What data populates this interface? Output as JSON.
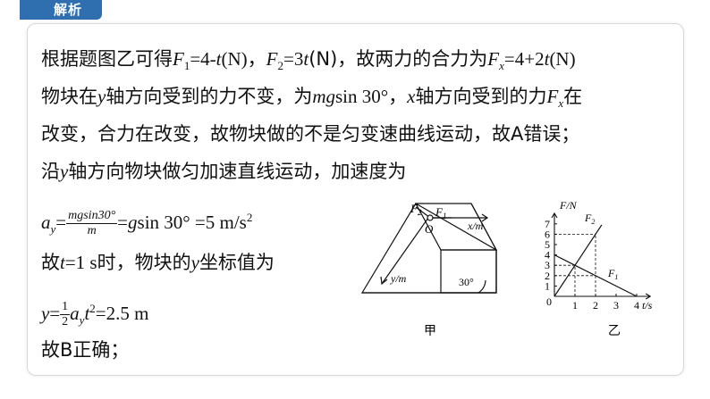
{
  "header": {
    "title": "解析",
    "accent_color": "#2f6fb0"
  },
  "solution": {
    "l1": {
      "a": "根据题图乙可得",
      "F": "F",
      "s1": "1",
      "b": "=4-",
      "t1": "t",
      "c": "(N)，",
      "F2": "F",
      "s2": "2",
      "d": "=3",
      "t2": "t",
      "e": "(N)，故两力的合力为",
      "Fx": "F",
      "sx": "x",
      "f": "=4+2",
      "t3": "t",
      "g": "(N)"
    },
    "l2": {
      "a": "物块在",
      "y": "y",
      "b": "轴方向受到的力不变，为",
      "mg": "mg",
      "c": "sin 30°，",
      "x": "x",
      "d": "轴方向受到的力",
      "F": "F",
      "sx": "x",
      "e": "在"
    },
    "l3": "改变，合力在改变，故物块做的不是匀变速曲线运动，故A错误；",
    "l4": {
      "a": "沿",
      "y": "y",
      "b": "轴方向物块做匀加速直线运动，加速度为"
    },
    "l5": {
      "a": "a",
      "sy": "y",
      "eq": "=",
      "num": "mgsin30°",
      "den": "m",
      "b": "=",
      "g": "g",
      "c": "sin 30°  =5 m/s",
      "sup": "2"
    },
    "l6": {
      "a": "故",
      "t": "t",
      "b": "=1 s时，物块的",
      "y": "y",
      "c": "坐标值为"
    },
    "l7": {
      "y": "y",
      "eq": "=",
      "num": "1",
      "den": "2",
      "a": "a",
      "sy": "y",
      "t": "t",
      "sup": "2",
      "b": "=2.5 m"
    },
    "l8": "故B正确；"
  },
  "figure_jia": {
    "label": "甲",
    "F2": "F",
    "F2_sub": "2",
    "F1": "F",
    "F1_sub": "1",
    "origin": "O",
    "x_axis": "x/m",
    "y_axis": "y/m",
    "angle": "30°"
  },
  "figure_yi": {
    "label": "乙",
    "y_axis_label": "F/N",
    "x_axis_label": "t/s",
    "origin": "0",
    "y_ticks": [
      "1",
      "2",
      "3",
      "4",
      "5",
      "6",
      "7"
    ],
    "x_ticks": [
      "1",
      "2",
      "3",
      "4"
    ],
    "F2": "F",
    "F2_sub": "2",
    "F1": "F",
    "F1_sub": "1",
    "chart_data": {
      "type": "line",
      "xlabel": "t/s",
      "ylabel": "F/N",
      "xlim": [
        0,
        4.4
      ],
      "ylim": [
        0,
        7.5
      ],
      "series": [
        {
          "name": "F2",
          "x": [
            0,
            2.3
          ],
          "y": [
            0,
            6.9
          ]
        },
        {
          "name": "F1",
          "x": [
            0,
            4
          ],
          "y": [
            4,
            0
          ]
        }
      ],
      "guides": [
        {
          "from": [
            1,
            0
          ],
          "to": [
            1,
            3
          ]
        },
        {
          "from": [
            2,
            0
          ],
          "to": [
            2,
            6
          ]
        },
        {
          "from": [
            0,
            3
          ],
          "to": [
            1,
            3
          ]
        },
        {
          "from": [
            0,
            6
          ],
          "to": [
            2,
            6
          ]
        },
        {
          "from": [
            0,
            2
          ],
          "to": [
            2,
            2
          ]
        }
      ]
    }
  }
}
